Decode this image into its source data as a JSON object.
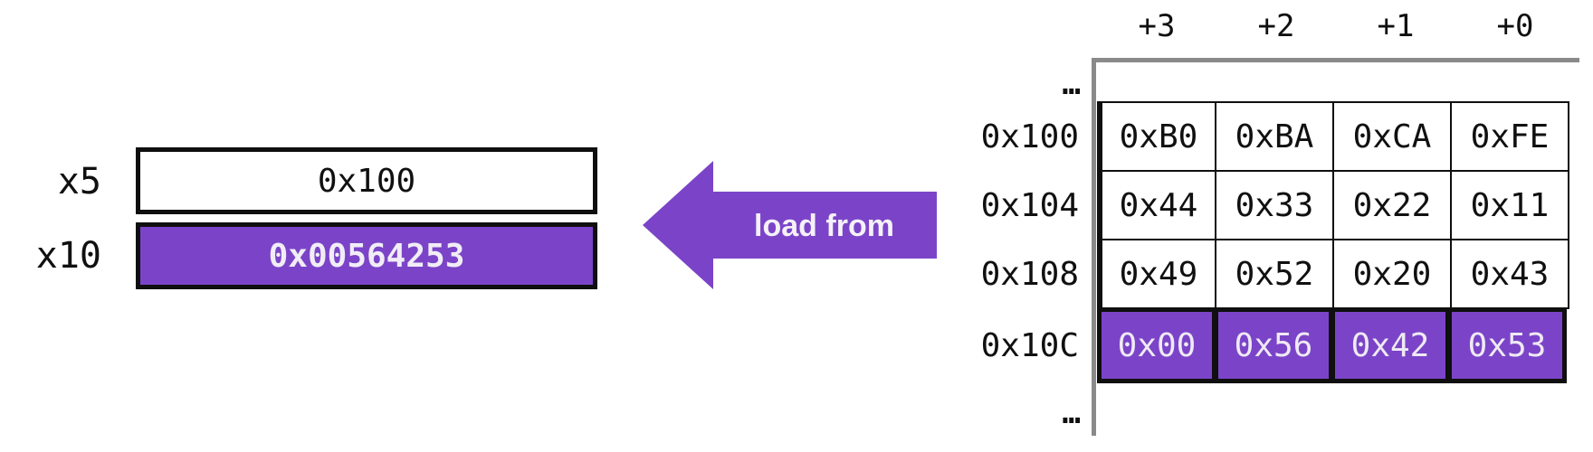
{
  "registers": {
    "items": [
      {
        "name": "x5",
        "value": "0x100",
        "highlighted": false
      },
      {
        "name": "x10",
        "value": "0x00564253",
        "highlighted": true
      }
    ]
  },
  "arrow": {
    "label": "load from"
  },
  "memory": {
    "byte_offset_headers": [
      "+3",
      "+2",
      "+1",
      "+0"
    ],
    "ellipsis_top": "…",
    "ellipsis_bottom": "…",
    "rows": [
      {
        "address": "0x100",
        "bytes": [
          "0xB0",
          "0xBA",
          "0xCA",
          "0xFE"
        ],
        "highlighted": false
      },
      {
        "address": "0x104",
        "bytes": [
          "0x44",
          "0x33",
          "0x22",
          "0x11"
        ],
        "highlighted": false
      },
      {
        "address": "0x108",
        "bytes": [
          "0x49",
          "0x52",
          "0x20",
          "0x43"
        ],
        "highlighted": false
      },
      {
        "address": "0x10C",
        "bytes": [
          "0x00",
          "0x56",
          "0x42",
          "0x53"
        ],
        "highlighted": true
      }
    ]
  },
  "colors": {
    "accent_purple": "#7b44c8",
    "highlight_text": "#f1edf6",
    "grid_gray": "#8a8a8a",
    "ink": "#0f0f0f"
  }
}
